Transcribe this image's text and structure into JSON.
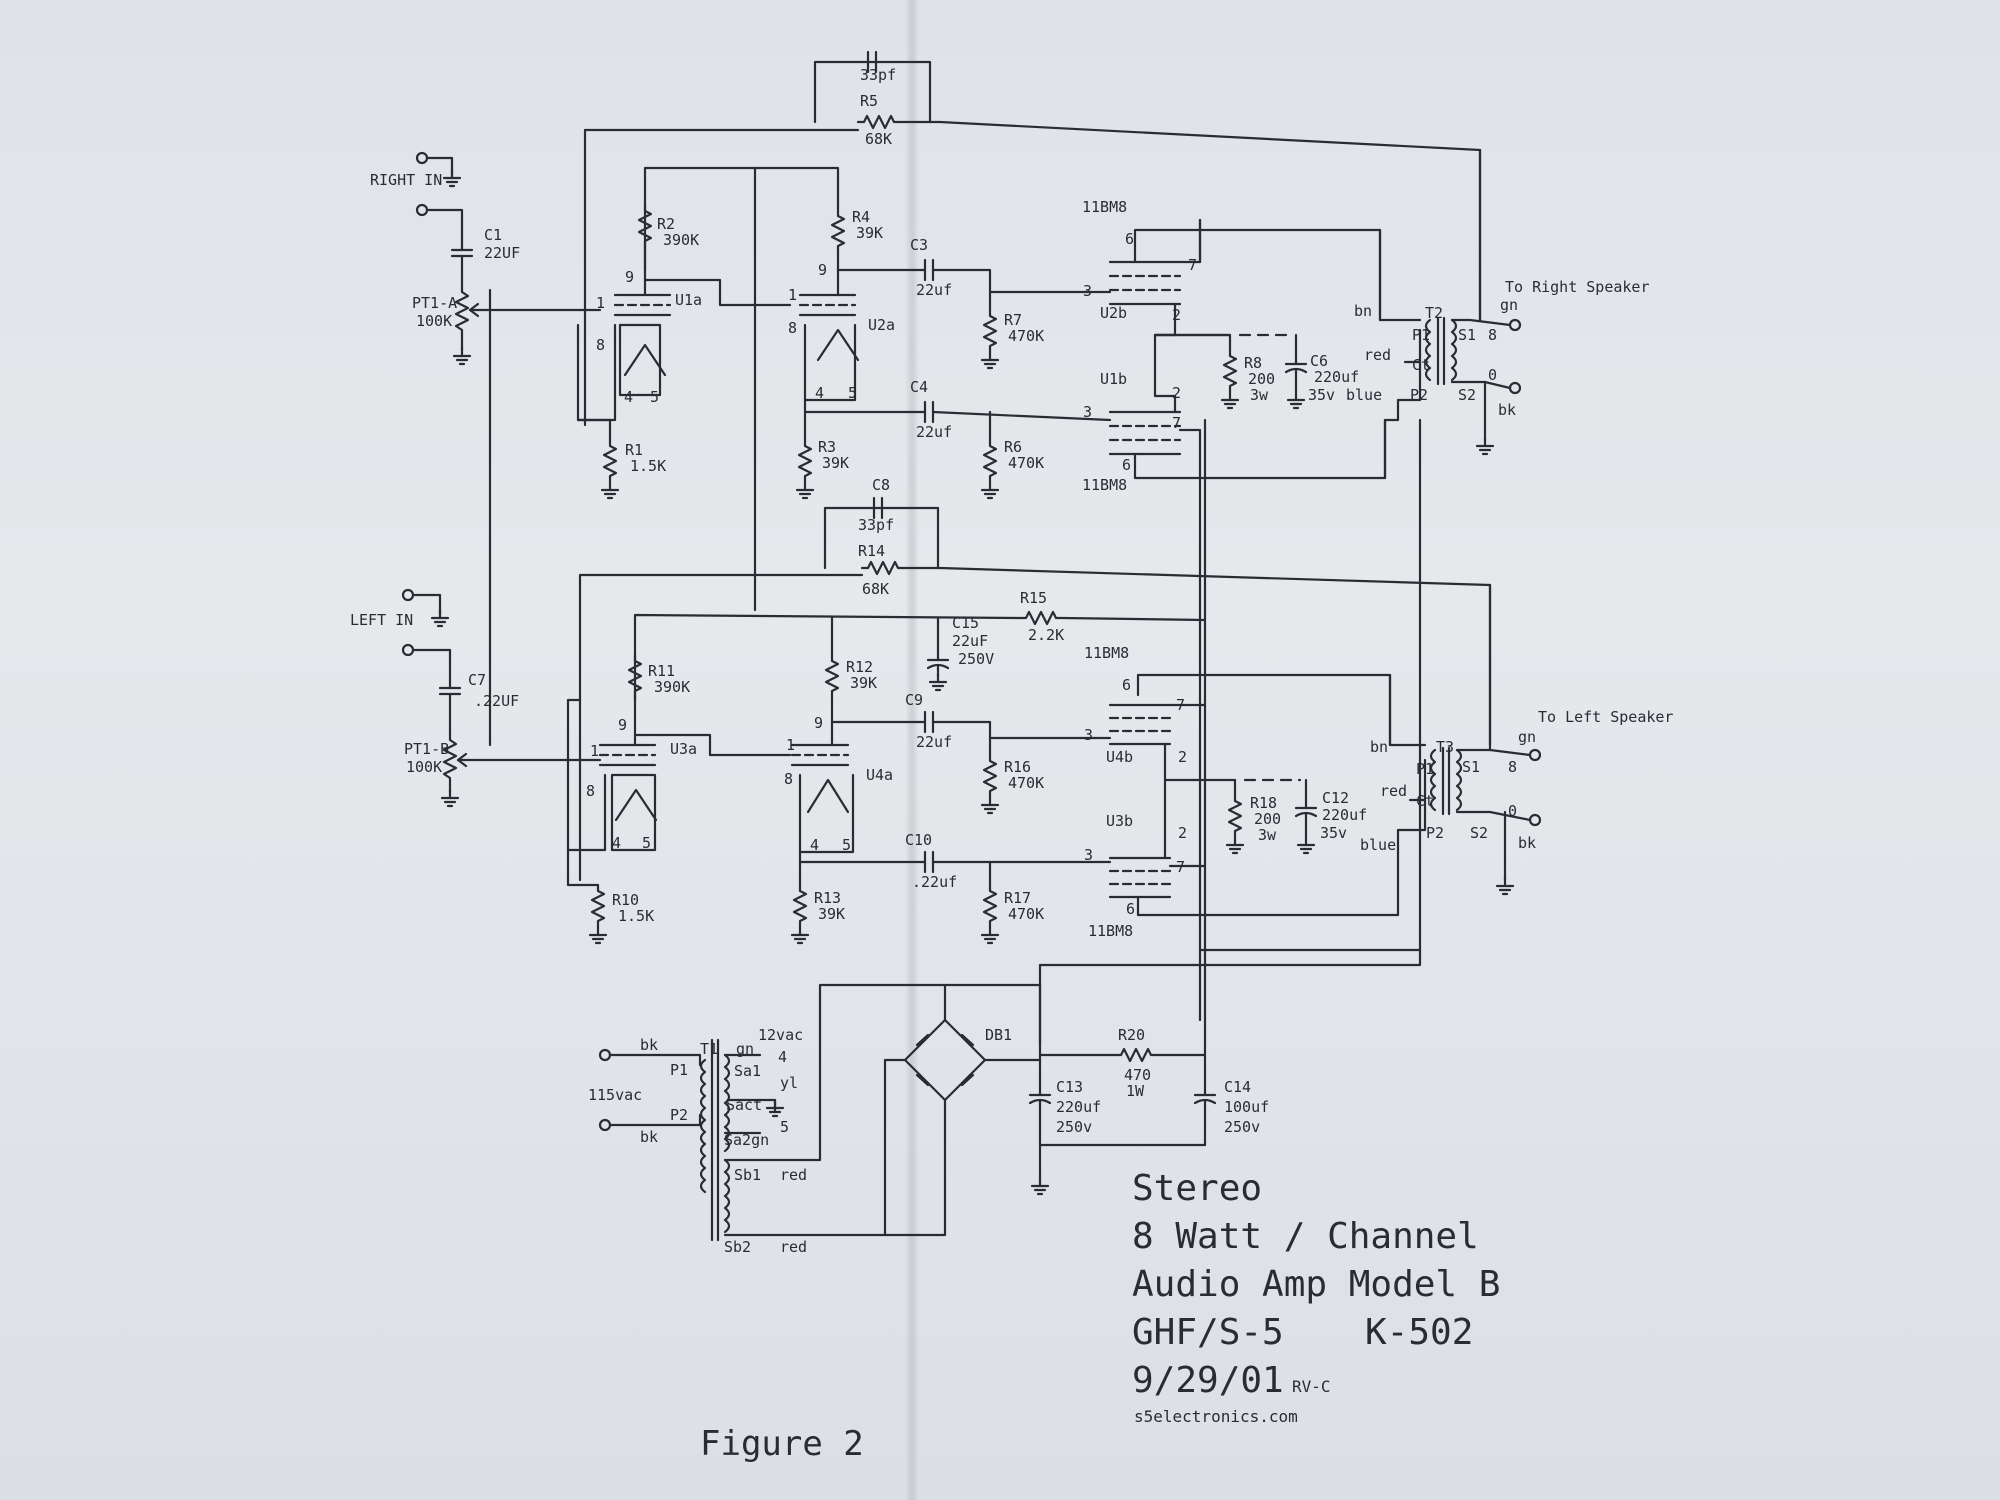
{
  "title_block": {
    "line1": "Stereo",
    "line2": "8 Watt / Channel",
    "line3": "Audio Amp Model B",
    "line4a": "GHF/S-5",
    "line4b": "K-502",
    "date": "9/29/01",
    "revision": "RV-C",
    "website": "s5electronics.com"
  },
  "figure_caption": "Figure 2",
  "inputs": {
    "right_in": "RIGHT IN",
    "left_in": "LEFT IN"
  },
  "outputs": {
    "right_speaker": "To Right Speaker",
    "left_speaker": "To Left Speaker",
    "gn": "gn",
    "bk": "bk",
    "tap_8": "8",
    "tap_0": "0",
    "s1": "S1",
    "s2": "S2",
    "p1": "P1",
    "p2": "P2",
    "ct": "Ct",
    "bn": "bn",
    "red": "red",
    "blue": "blue"
  },
  "transformers": {
    "t2": "T2",
    "t3": "T3",
    "t1": "T1"
  },
  "power": {
    "primary_voltage": "115vac",
    "p1": "P1",
    "p2": "P2",
    "bk1": "bk",
    "bk2": "bk",
    "gn": "gn",
    "v12": "12vac",
    "sa1": "Sa1",
    "sact": "Sact",
    "sa2gn": "Sa2gn",
    "sb1": "Sb1",
    "sb2": "Sb2",
    "red1": "red",
    "red2": "red",
    "pin4": "4",
    "yl": "yl",
    "pin5": "5",
    "db1": "DB1"
  },
  "tubes": {
    "u1a": "U1a",
    "u2a": "U2a",
    "u2b": "U2b",
    "u1b": "U1b",
    "u3a": "U3a",
    "u4a": "U4a",
    "u4b": "U4b",
    "u3b": "U3b",
    "tube_type": "11BM8"
  },
  "pins": {
    "p1": "1",
    "p2": "2",
    "p3": "3",
    "p4": "4",
    "p5": "5",
    "p6": "6",
    "p7": "7",
    "p8": "8",
    "p9": "9"
  },
  "components": {
    "c1": {
      "ref": "C1",
      "value": "22UF"
    },
    "c7": {
      "ref": "C7",
      "value": ".22UF"
    },
    "pt1a": {
      "ref": "PT1-A",
      "value": "100K"
    },
    "pt1b": {
      "ref": "PT1-B",
      "value": "100K"
    },
    "c2": {
      "ref": "",
      "value": "33pf"
    },
    "r5": {
      "ref": "R5",
      "value": "68K"
    },
    "r2": {
      "ref": "R2",
      "value": "390K"
    },
    "r4": {
      "ref": "R4",
      "value": "39K"
    },
    "c3": {
      "ref": "C3",
      "value": "22uf"
    },
    "r7": {
      "ref": "R7",
      "value": "470K"
    },
    "c4": {
      "ref": "C4",
      "value": "22uf"
    },
    "r6": {
      "ref": "R6",
      "value": "470K"
    },
    "r1": {
      "ref": "R1",
      "value": "1.5K"
    },
    "r3": {
      "ref": "R3",
      "value": "39K"
    },
    "r8": {
      "ref": "R8",
      "value": "200",
      "value2": "3w"
    },
    "c6": {
      "ref": "C6",
      "value": "220uf",
      "value2": "35v"
    },
    "c8": {
      "ref": "C8",
      "value": "33pf"
    },
    "r14": {
      "ref": "R14",
      "value": "68K"
    },
    "r15": {
      "ref": "R15",
      "value": "2.2K"
    },
    "c15": {
      "ref": "C15",
      "value": "22uF",
      "value2": "250V"
    },
    "r11": {
      "ref": "R11",
      "value": "390K"
    },
    "r12": {
      "ref": "R12",
      "value": "39K"
    },
    "c9": {
      "ref": "C9",
      "value": "22uf"
    },
    "r16": {
      "ref": "R16",
      "value": "470K"
    },
    "c10": {
      "ref": "C10",
      "value": ".22uf"
    },
    "r17": {
      "ref": "R17",
      "value": "470K"
    },
    "r10": {
      "ref": "R10",
      "value": "1.5K"
    },
    "r13": {
      "ref": "R13",
      "value": "39K"
    },
    "r18": {
      "ref": "R18",
      "value": "200",
      "value2": "3w"
    },
    "c12": {
      "ref": "C12",
      "value": "220uf",
      "value2": "35v"
    },
    "r20": {
      "ref": "R20",
      "value": "470",
      "value2": "1W"
    },
    "c13": {
      "ref": "C13",
      "value": "220uf",
      "value2": "250v"
    },
    "c14": {
      "ref": "C14",
      "value": "100uf",
      "value2": "250v"
    }
  }
}
